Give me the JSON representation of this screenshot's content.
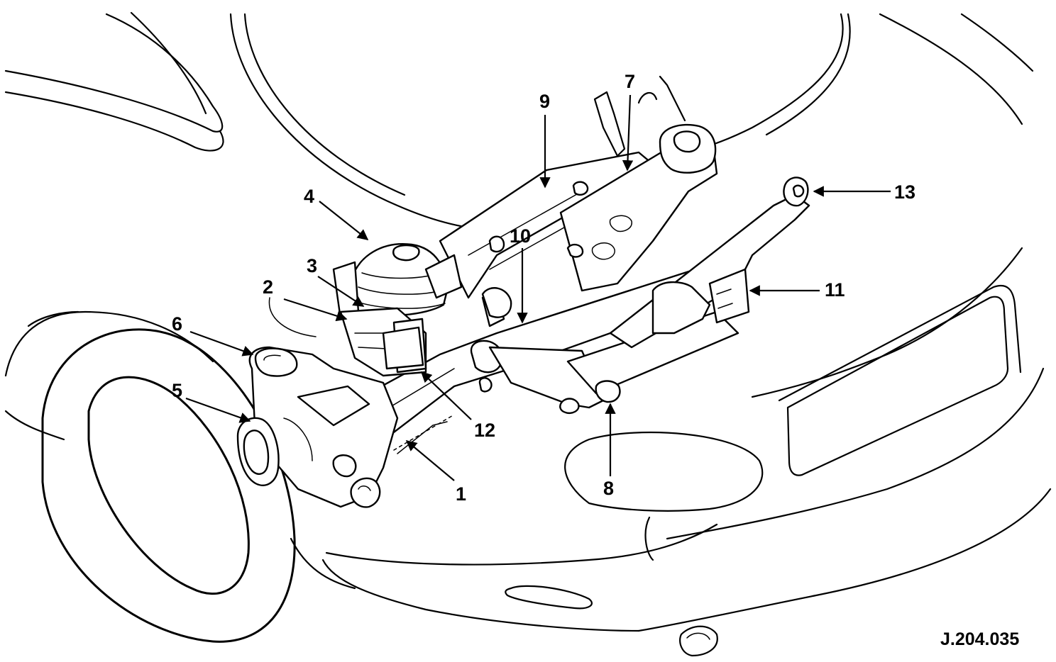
{
  "callouts": [
    {
      "id": "1",
      "label": "1"
    },
    {
      "id": "2",
      "label": "2"
    },
    {
      "id": "3",
      "label": "3"
    },
    {
      "id": "4",
      "label": "4"
    },
    {
      "id": "5",
      "label": "5"
    },
    {
      "id": "6",
      "label": "6"
    },
    {
      "id": "7",
      "label": "7"
    },
    {
      "id": "8",
      "label": "8"
    },
    {
      "id": "9",
      "label": "9"
    },
    {
      "id": "10",
      "label": "10"
    },
    {
      "id": "11",
      "label": "11"
    },
    {
      "id": "12",
      "label": "12"
    },
    {
      "id": "13",
      "label": "13"
    }
  ],
  "reference_code": "J.204.035"
}
